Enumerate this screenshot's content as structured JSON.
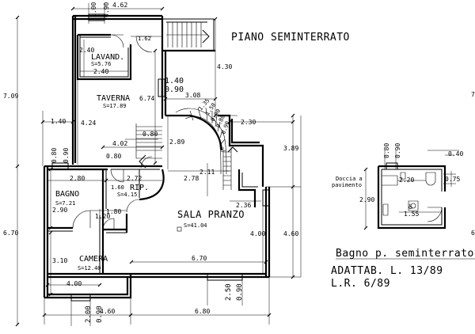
{
  "title": "PIANO SEMINTERRATO",
  "rooms": {
    "lavanderia": {
      "name": "LAVAND.",
      "area": "S=5.76",
      "w": "2.40",
      "h": "2.40"
    },
    "taverna": {
      "name": "TAVERNA",
      "area": "S=17.89"
    },
    "bagno": {
      "name": "BAGNO",
      "area": "S=7.21"
    },
    "ripostiglio": {
      "name": "RIP.",
      "area": "S=4.15"
    },
    "sala_pranzo": {
      "name": "SALA PRANZO",
      "area": "S=41.04"
    },
    "camera": {
      "name": "CAMERA",
      "area": "S=12.40"
    }
  },
  "dimensions": {
    "top_width": "4.62",
    "top_w1": "1.00",
    "top_w2": "0.90",
    "lav_door": "1.62",
    "stair_h": "4.30",
    "left_total_upper": "7.09",
    "left_total_lower": "6.70",
    "wall_140": "1.40",
    "taverna_h": "4.24",
    "taverna_v": "6.74",
    "win_140": "1.40",
    "win_090": "0.90",
    "d_308": "3.08",
    "d_230": "2.30",
    "d_389": "3.89",
    "d_289": "2.89",
    "d_402": "4.02",
    "d_080a": "0.80",
    "d_080b": "0.80",
    "d_080c": "0.80",
    "d_090c": "0.90",
    "d_280": "2.80",
    "d_272": "2.72",
    "d_278": "2.78",
    "d_211": "2.11",
    "d_160": "1.60",
    "d_290": "2.90",
    "d_180": "1.80",
    "d_120": "1.20",
    "d_236": "2.36",
    "d_400r": "4.00",
    "d_460r": "4.60",
    "d_310": "3.10",
    "d_670": "6.70",
    "d_400b": "4.00",
    "d_250": "2.50",
    "d_090d": "0.90",
    "d_200": "2.00",
    "d_090e": "0.90",
    "d_460b": "4.60",
    "d_680": "6.80",
    "stair_steps": [
      "1.35",
      "1.50",
      "0.90",
      "0.80",
      "0.90"
    ]
  },
  "detail": {
    "label_doccia": "Doccia a",
    "label_pavimento": "pavimento",
    "d_080": "0.80",
    "d_090": "0.90",
    "d_040": "0.40",
    "d_220": "2.20",
    "d_075": "0.75",
    "d_290": "2.90",
    "d_155": "1.55"
  },
  "notes": {
    "line1": "Bagno p. seminterrato",
    "line2": "ADATTAB. L. 13/89",
    "line3": "L.R. 6/89"
  },
  "edge_marks": {
    "right_upper": "7",
    "right_lower": "6"
  }
}
